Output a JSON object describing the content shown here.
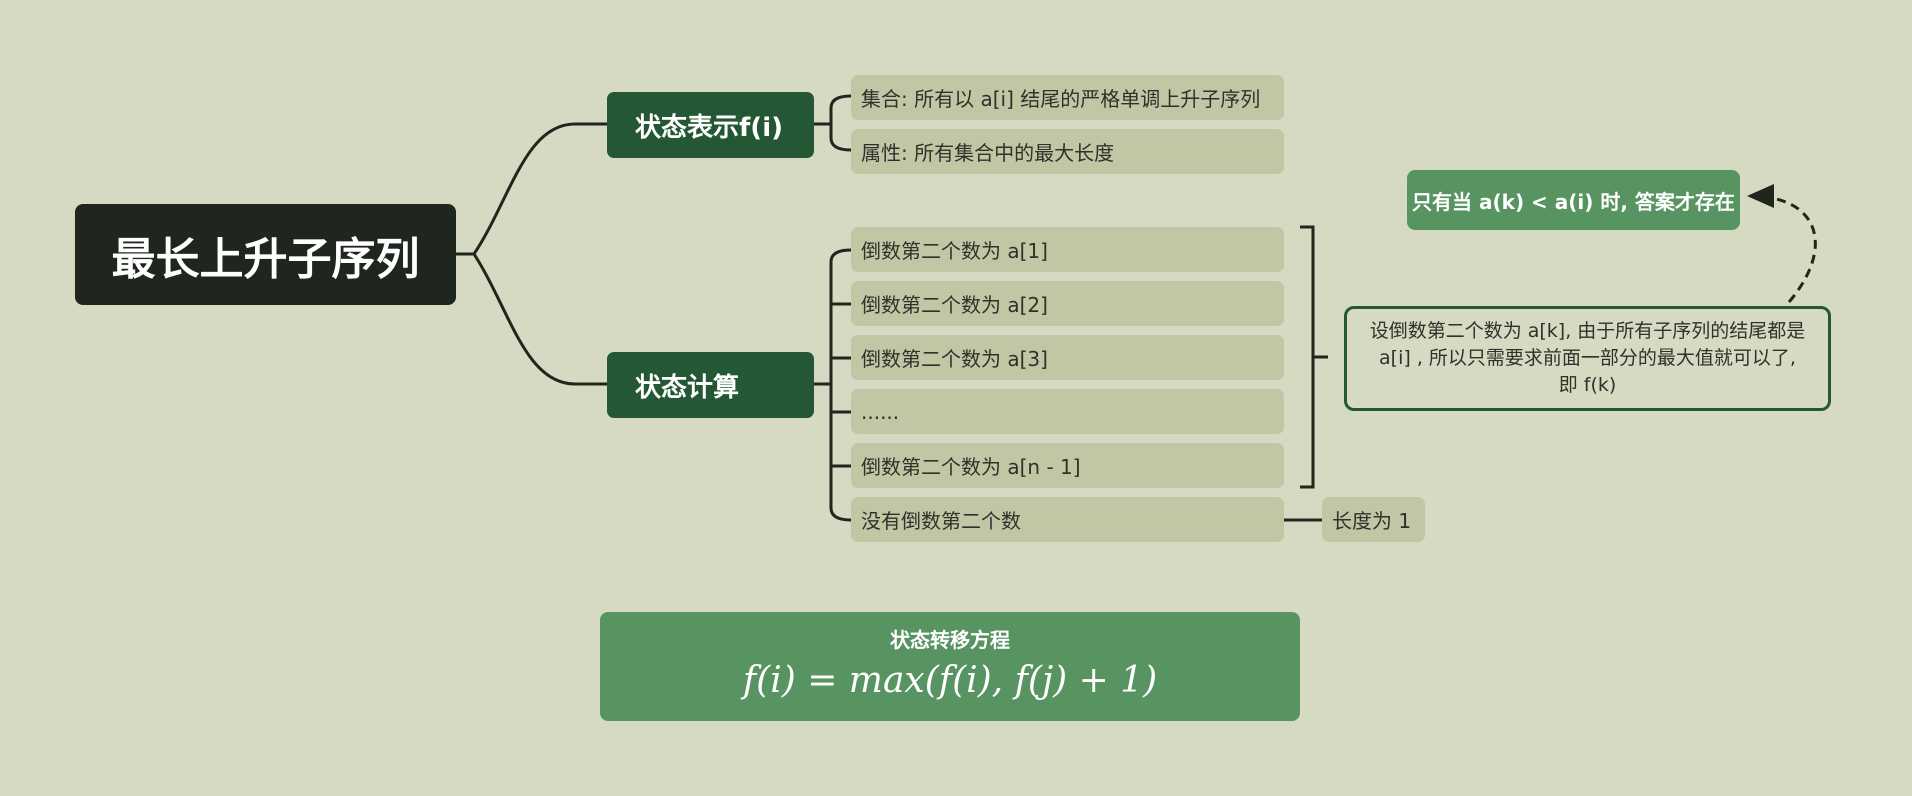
{
  "root": {
    "title": "最长上升子序列"
  },
  "state_repr": {
    "label": "状态表示f(i)",
    "items": [
      "集合: 所有以 a[i] 结尾的严格单调上升子序列",
      "属性: 所有集合中的最大长度"
    ]
  },
  "state_calc": {
    "label": "状态计算",
    "items": [
      "倒数第二个数为 a[1]",
      "倒数第二个数为 a[2]",
      "倒数第二个数为 a[3]",
      "......",
      "倒数第二个数为 a[n - 1]",
      "没有倒数第二个数"
    ],
    "no_second_result": "长度为 1",
    "note": "设倒数第二个数为 a[k], 由于所有子序列的结尾都是 a[i] , 所以只需要求前面一部分的最大值就可以了, 即 f(k)",
    "condition": "只有当 a(k) < a(i) 时, 答案才存在"
  },
  "transition": {
    "title": "状态转移方程",
    "equation": "f(i) = max(f(i), f(j) + 1)"
  },
  "colors": {
    "background": "#d6dac3",
    "root": "#1e261e",
    "branch": "#245834",
    "leaf": "#c2c6a5",
    "accent": "#579462",
    "line": "#1e261e"
  }
}
